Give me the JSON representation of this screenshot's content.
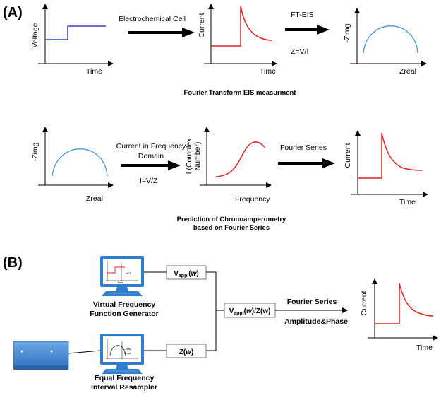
{
  "panel_a": {
    "panel_label": "(A)",
    "row1": {
      "plot1": {
        "ylabel": "Voltage",
        "xlabel": "Time"
      },
      "arrow1_label": "Electrochemical Cell",
      "plot2": {
        "ylabel": "Current",
        "xlabel": "Time"
      },
      "arrow2_label_top": "FT-EIS",
      "arrow2_label_bottom": "Z=V/I",
      "plot3": {
        "ylabel": "-Zimg",
        "xlabel": "Zreal"
      },
      "caption": "Fourier Transform EIS measurment"
    },
    "row2": {
      "plot1": {
        "ylabel": "-Zimg",
        "xlabel": "Zreal"
      },
      "arrow1_label_line1": "Current in Frequency",
      "arrow1_label_line2": "Domain",
      "arrow1_label_bottom": "I=V/Z",
      "plot2": {
        "ylabel_line1": "I (Complex",
        "ylabel_line2": "Number)",
        "xlabel": "Frequency"
      },
      "arrow2_label": "Fourier Series",
      "plot3": {
        "ylabel": "Current",
        "xlabel": "Time"
      },
      "caption_line1": "Prediction of Chronoamperometry",
      "caption_line2": "based on Fourier Series"
    }
  },
  "panel_b": {
    "panel_label": "(B)",
    "computer1": {
      "screen_axis_label": "Time",
      "screen_marker": "NFT",
      "caption_line1": "Virtual Frequency",
      "caption_line2": "Function Generator"
    },
    "computer2": {
      "screen_axis_label": "Zreal",
      "screen_marker": "-Zimg",
      "caption_line1": "Equal Frequency",
      "caption_line2": "Interval Resampler"
    },
    "box_v": {
      "main": "V",
      "sub": "appl",
      "arg_open": "(",
      "arg": "w",
      "arg_close": ")"
    },
    "box_z": {
      "main": "Z",
      "arg_open": "(",
      "arg": "w",
      "arg_close": ")"
    },
    "box_ratio": {
      "main": "V",
      "sub": "appl",
      "arg1_open": "(",
      "arg1": "w",
      "rest": ")/Z(w)"
    },
    "fourier_label": "Fourier Series",
    "amp_label": "Amplitude&Phase",
    "plot": {
      "ylabel": "Current",
      "xlabel": "Time"
    }
  },
  "colors": {
    "voltage_line": "#3a3ac8",
    "current_line": "#e02020",
    "eis_arc": "#3a8fd8",
    "monitor": "#2e7fd0",
    "instrument": "#3f86cf",
    "arrow": "#000000"
  }
}
